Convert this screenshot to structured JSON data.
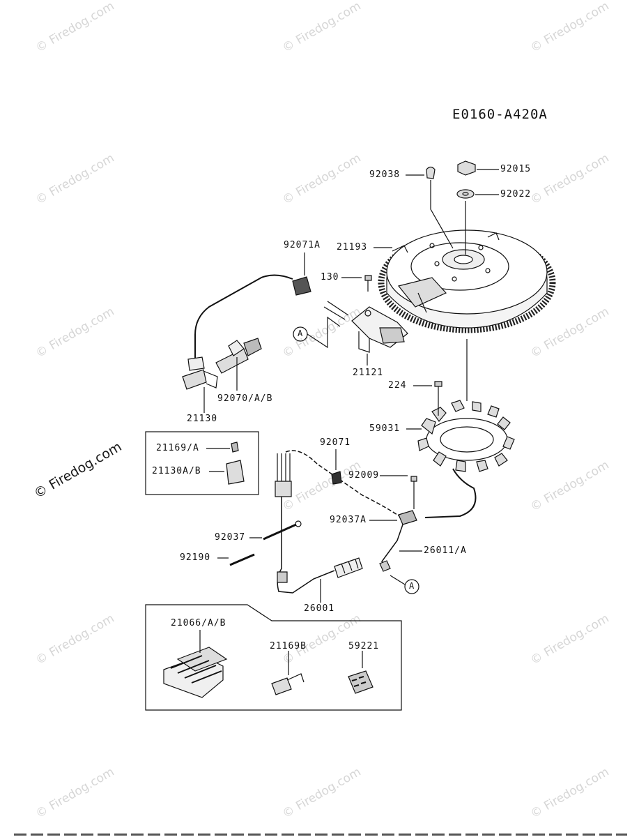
{
  "diagram_code": "E0160-A420A",
  "watermark": "© Firedog.com",
  "labels": {
    "92038": "92038",
    "92015": "92015",
    "92022": "92022",
    "92071A": "92071A",
    "21193": "21193",
    "130": "130",
    "21121": "21121",
    "224": "224",
    "59031": "59031",
    "92070": "92070/A/B",
    "21130": "21130",
    "21169": "21169/A",
    "21130AB": "21130A/B",
    "92071": "92071",
    "92009": "92009",
    "92037A": "92037A",
    "26011": "26011/A",
    "92037": "92037",
    "92190": "92190",
    "26001": "26001",
    "21066": "21066/A/B",
    "21169B": "21169B",
    "59221": "59221",
    "refA1": "A",
    "refA2": "A"
  }
}
